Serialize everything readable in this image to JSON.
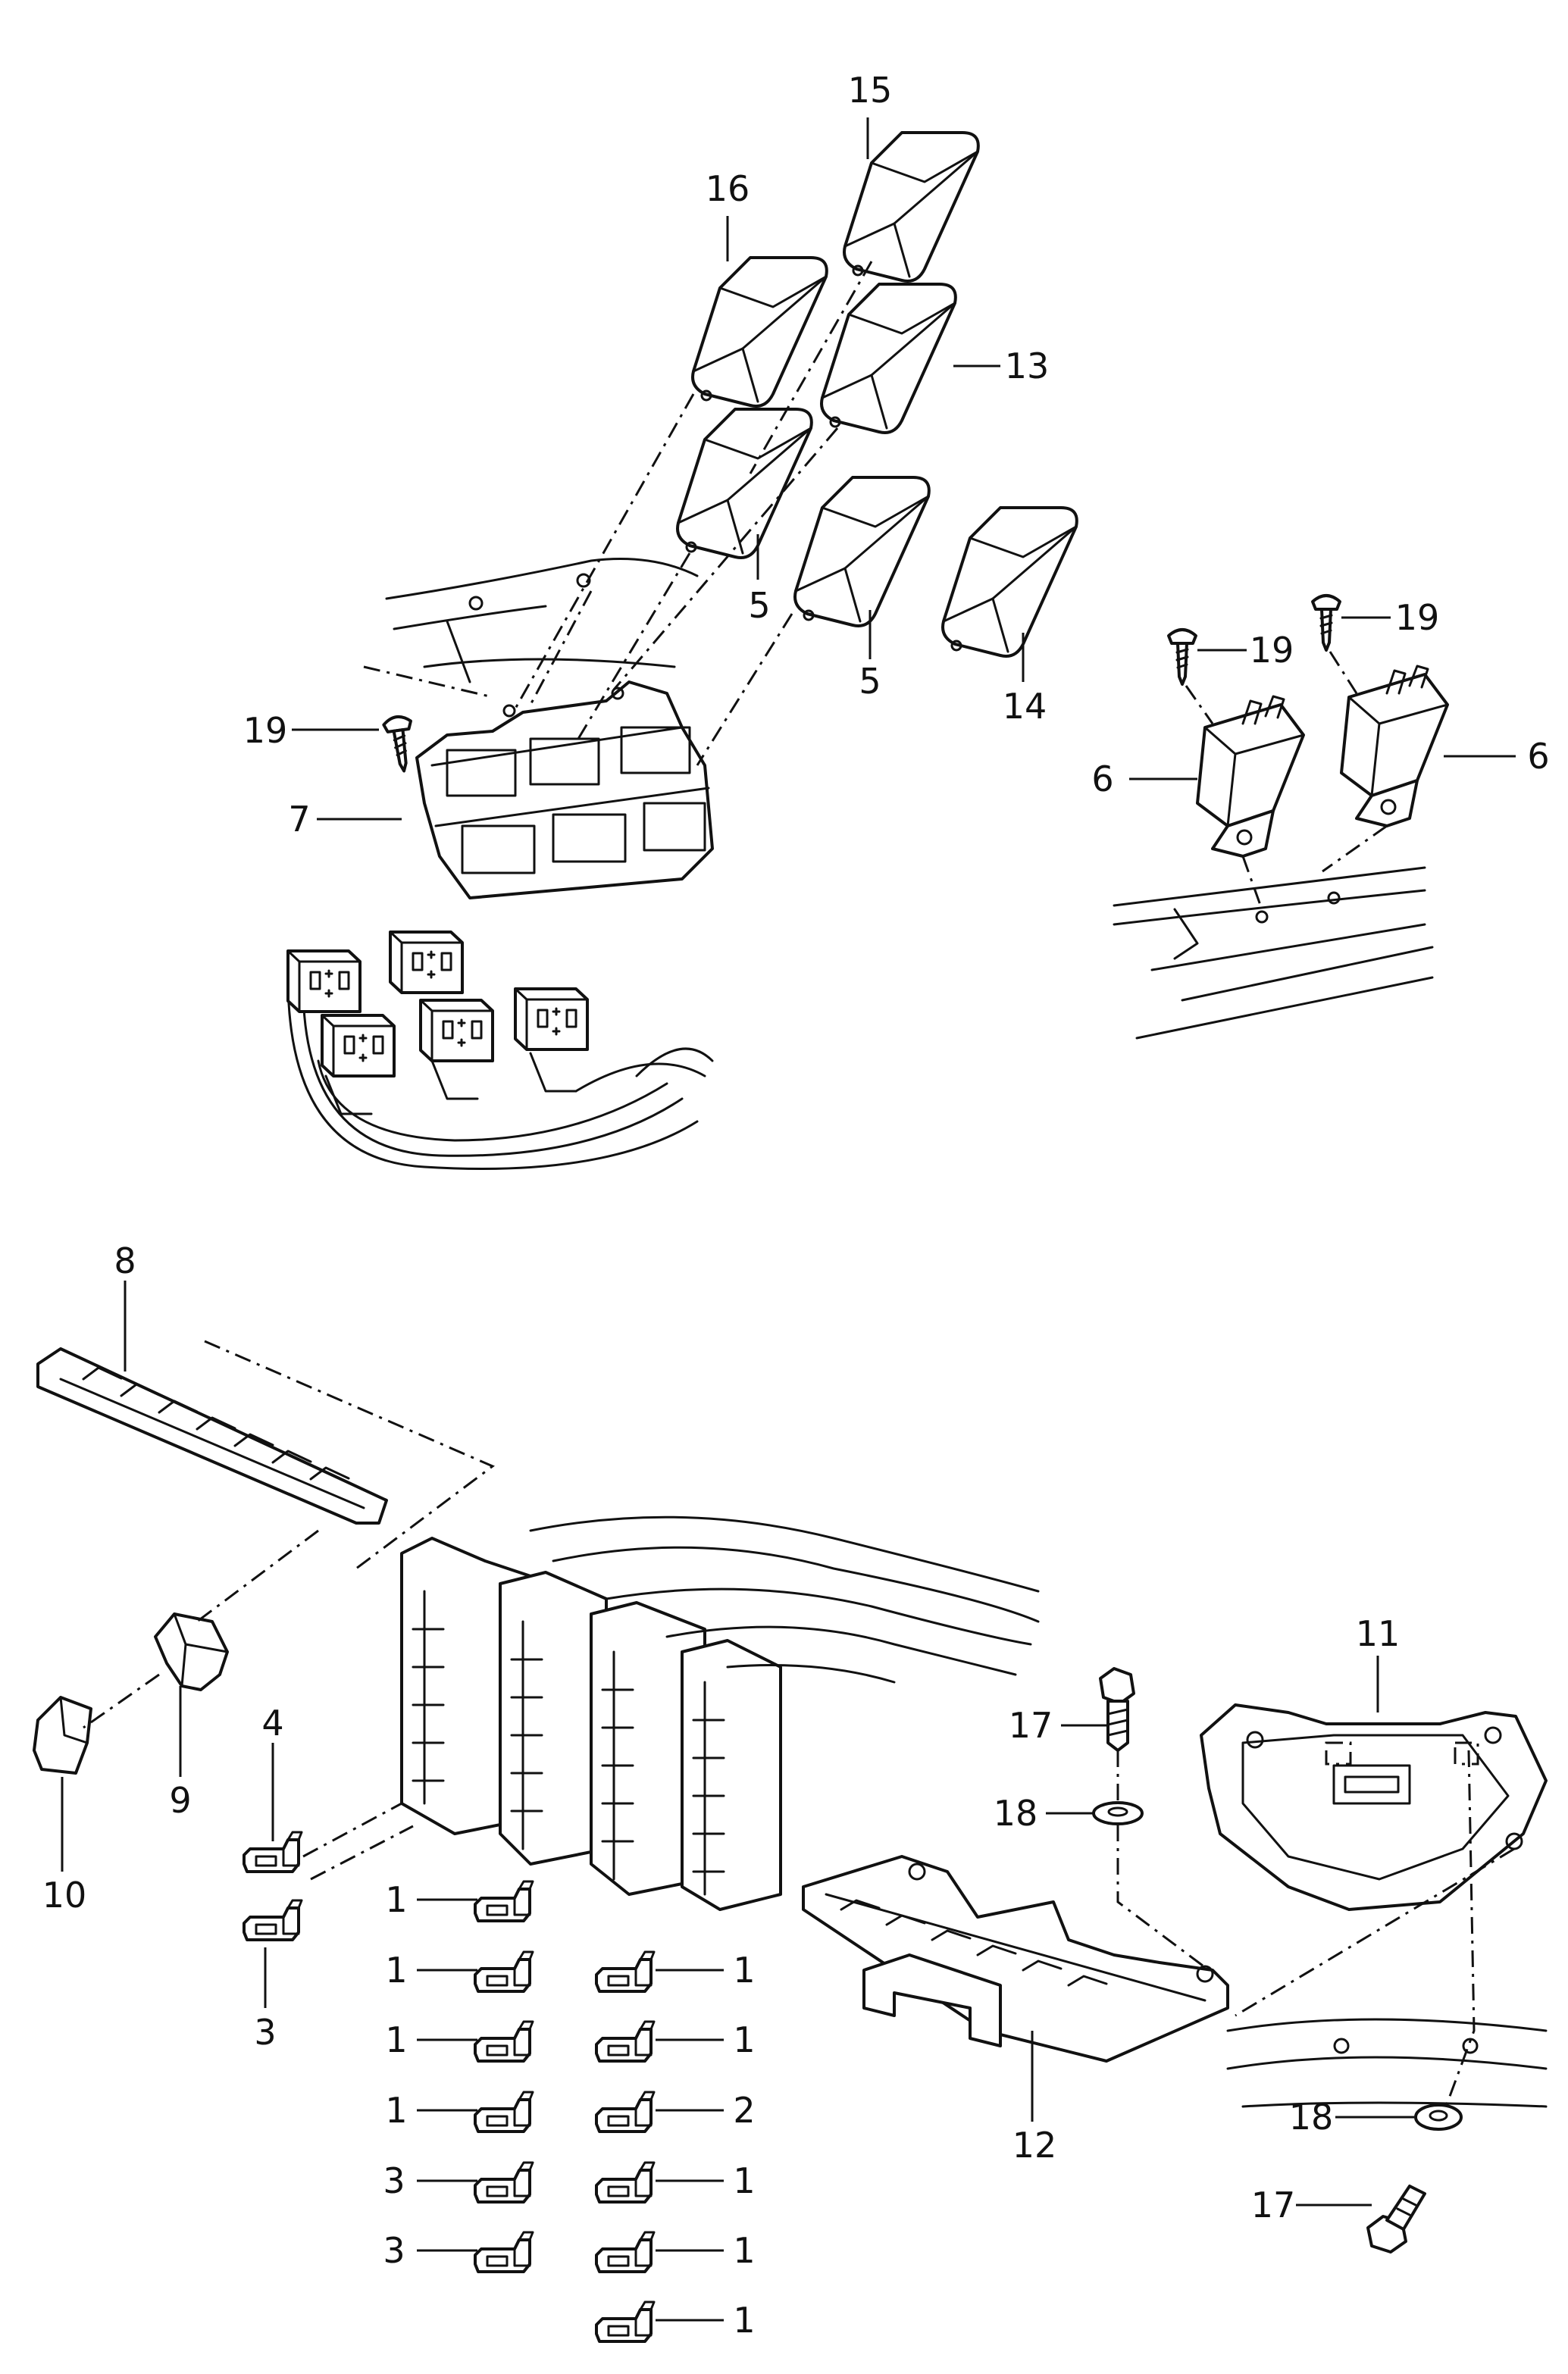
{
  "callouts": [
    {
      "id": "c15",
      "text": "15"
    },
    {
      "id": "c16",
      "text": "16"
    },
    {
      "id": "c13",
      "text": "13"
    },
    {
      "id": "c5a",
      "text": "5"
    },
    {
      "id": "c5b",
      "text": "5"
    },
    {
      "id": "c14",
      "text": "14"
    },
    {
      "id": "c19a",
      "text": "19"
    },
    {
      "id": "c7",
      "text": "7"
    },
    {
      "id": "c19b",
      "text": "19"
    },
    {
      "id": "c19c",
      "text": "19"
    },
    {
      "id": "c6a",
      "text": "6"
    },
    {
      "id": "c6b",
      "text": "6"
    },
    {
      "id": "c8",
      "text": "8"
    },
    {
      "id": "c9",
      "text": "9"
    },
    {
      "id": "c10",
      "text": "10"
    },
    {
      "id": "c4",
      "text": "4"
    },
    {
      "id": "c3a",
      "text": "3"
    },
    {
      "id": "c11",
      "text": "11"
    },
    {
      "id": "c17a",
      "text": "17"
    },
    {
      "id": "c18a",
      "text": "18"
    },
    {
      "id": "c12",
      "text": "12"
    },
    {
      "id": "c18b",
      "text": "18"
    },
    {
      "id": "c17b",
      "text": "17"
    },
    {
      "id": "cL1",
      "text": "1"
    },
    {
      "id": "cL2",
      "text": "1"
    },
    {
      "id": "cL3",
      "text": "1"
    },
    {
      "id": "cL4",
      "text": "1"
    },
    {
      "id": "cL5",
      "text": "3"
    },
    {
      "id": "cL6",
      "text": "3"
    },
    {
      "id": "cR1",
      "text": "1"
    },
    {
      "id": "cR2",
      "text": "1"
    },
    {
      "id": "cR3",
      "text": "2"
    },
    {
      "id": "cR4",
      "text": "1"
    },
    {
      "id": "cR5",
      "text": "1"
    },
    {
      "id": "cR6",
      "text": "1"
    }
  ]
}
